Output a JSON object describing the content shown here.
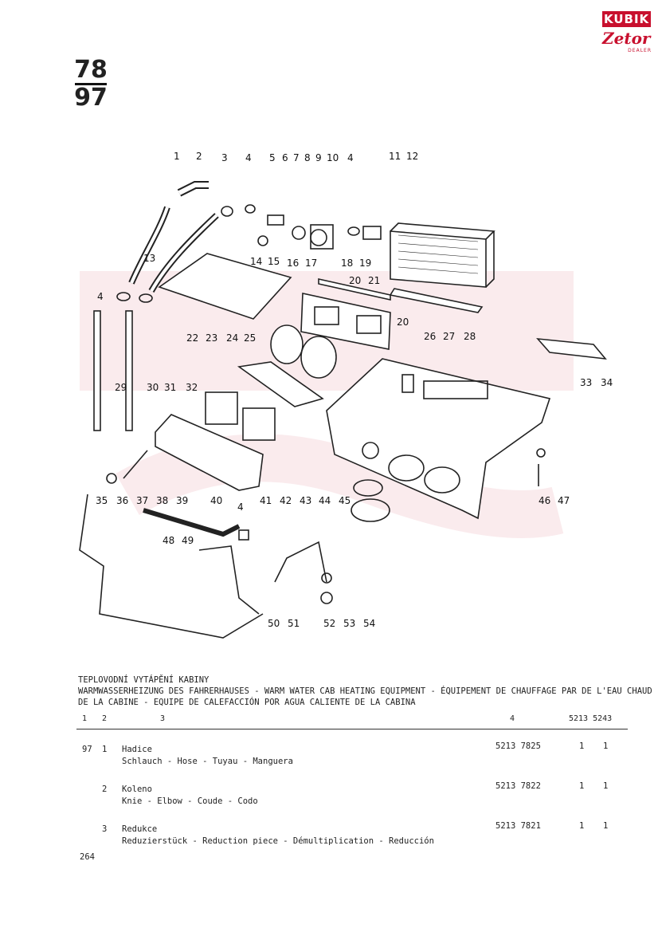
{
  "page_number": {
    "top": "78",
    "bottom": "97"
  },
  "logo": {
    "brand": "KUBIK",
    "make": "Zetor",
    "dealer": "DEALER"
  },
  "callouts": [
    "1",
    "2",
    "3",
    "4",
    "5",
    "6",
    "7",
    "8",
    "9",
    "10",
    "4",
    "11",
    "12",
    "13",
    "14",
    "15",
    "16",
    "17",
    "18",
    "19",
    "20",
    "21",
    "4",
    "22",
    "23",
    "24",
    "25",
    "20",
    "26",
    "27",
    "28",
    "29",
    "30",
    "31",
    "32",
    "33",
    "34",
    "35",
    "36",
    "37",
    "38",
    "39",
    "40",
    "4",
    "41",
    "42",
    "43",
    "44",
    "45",
    "46",
    "47",
    "48",
    "49",
    "50",
    "51",
    "52",
    "53",
    "54"
  ],
  "caption": {
    "line1": "TEPLOVODNÍ VYTÁPĚNÍ KABINY",
    "line2": "WARMWASSERHEIZUNG DES FAHRERHAUSES - WARM WATER CAB HEATING EQUIPMENT - ÉQUIPEMENT DE CHAUFFAGE PAR DE L'EAU CHAUD",
    "line3": "DE LA CABINE - EQUIPE DE CALEFACCIÓN POR AGUA CALIENTE DE LA CABINA"
  },
  "columns": {
    "c1": "1",
    "c2": "2",
    "c3": "3",
    "c4": "4",
    "c5": "5213 5243"
  },
  "rows": [
    {
      "fig": "97",
      "pos": "1",
      "name": "Hadice",
      "trans": "Schlauch - Hose - Tuyau - Manguera",
      "part": "5213 7825",
      "q1": "1",
      "q2": "1"
    },
    {
      "fig": "",
      "pos": "2",
      "name": "Koleno",
      "trans": "Knie - Elbow - Coude - Codo",
      "part": "5213 7822",
      "q1": "1",
      "q2": "1"
    },
    {
      "fig": "",
      "pos": "3",
      "name": "Redukce",
      "trans": "Reduzierstück - Reduction piece - Démultiplication - Reducción",
      "part": "5213 7821",
      "q1": "1",
      "q2": "1"
    }
  ],
  "footer_page": "264"
}
